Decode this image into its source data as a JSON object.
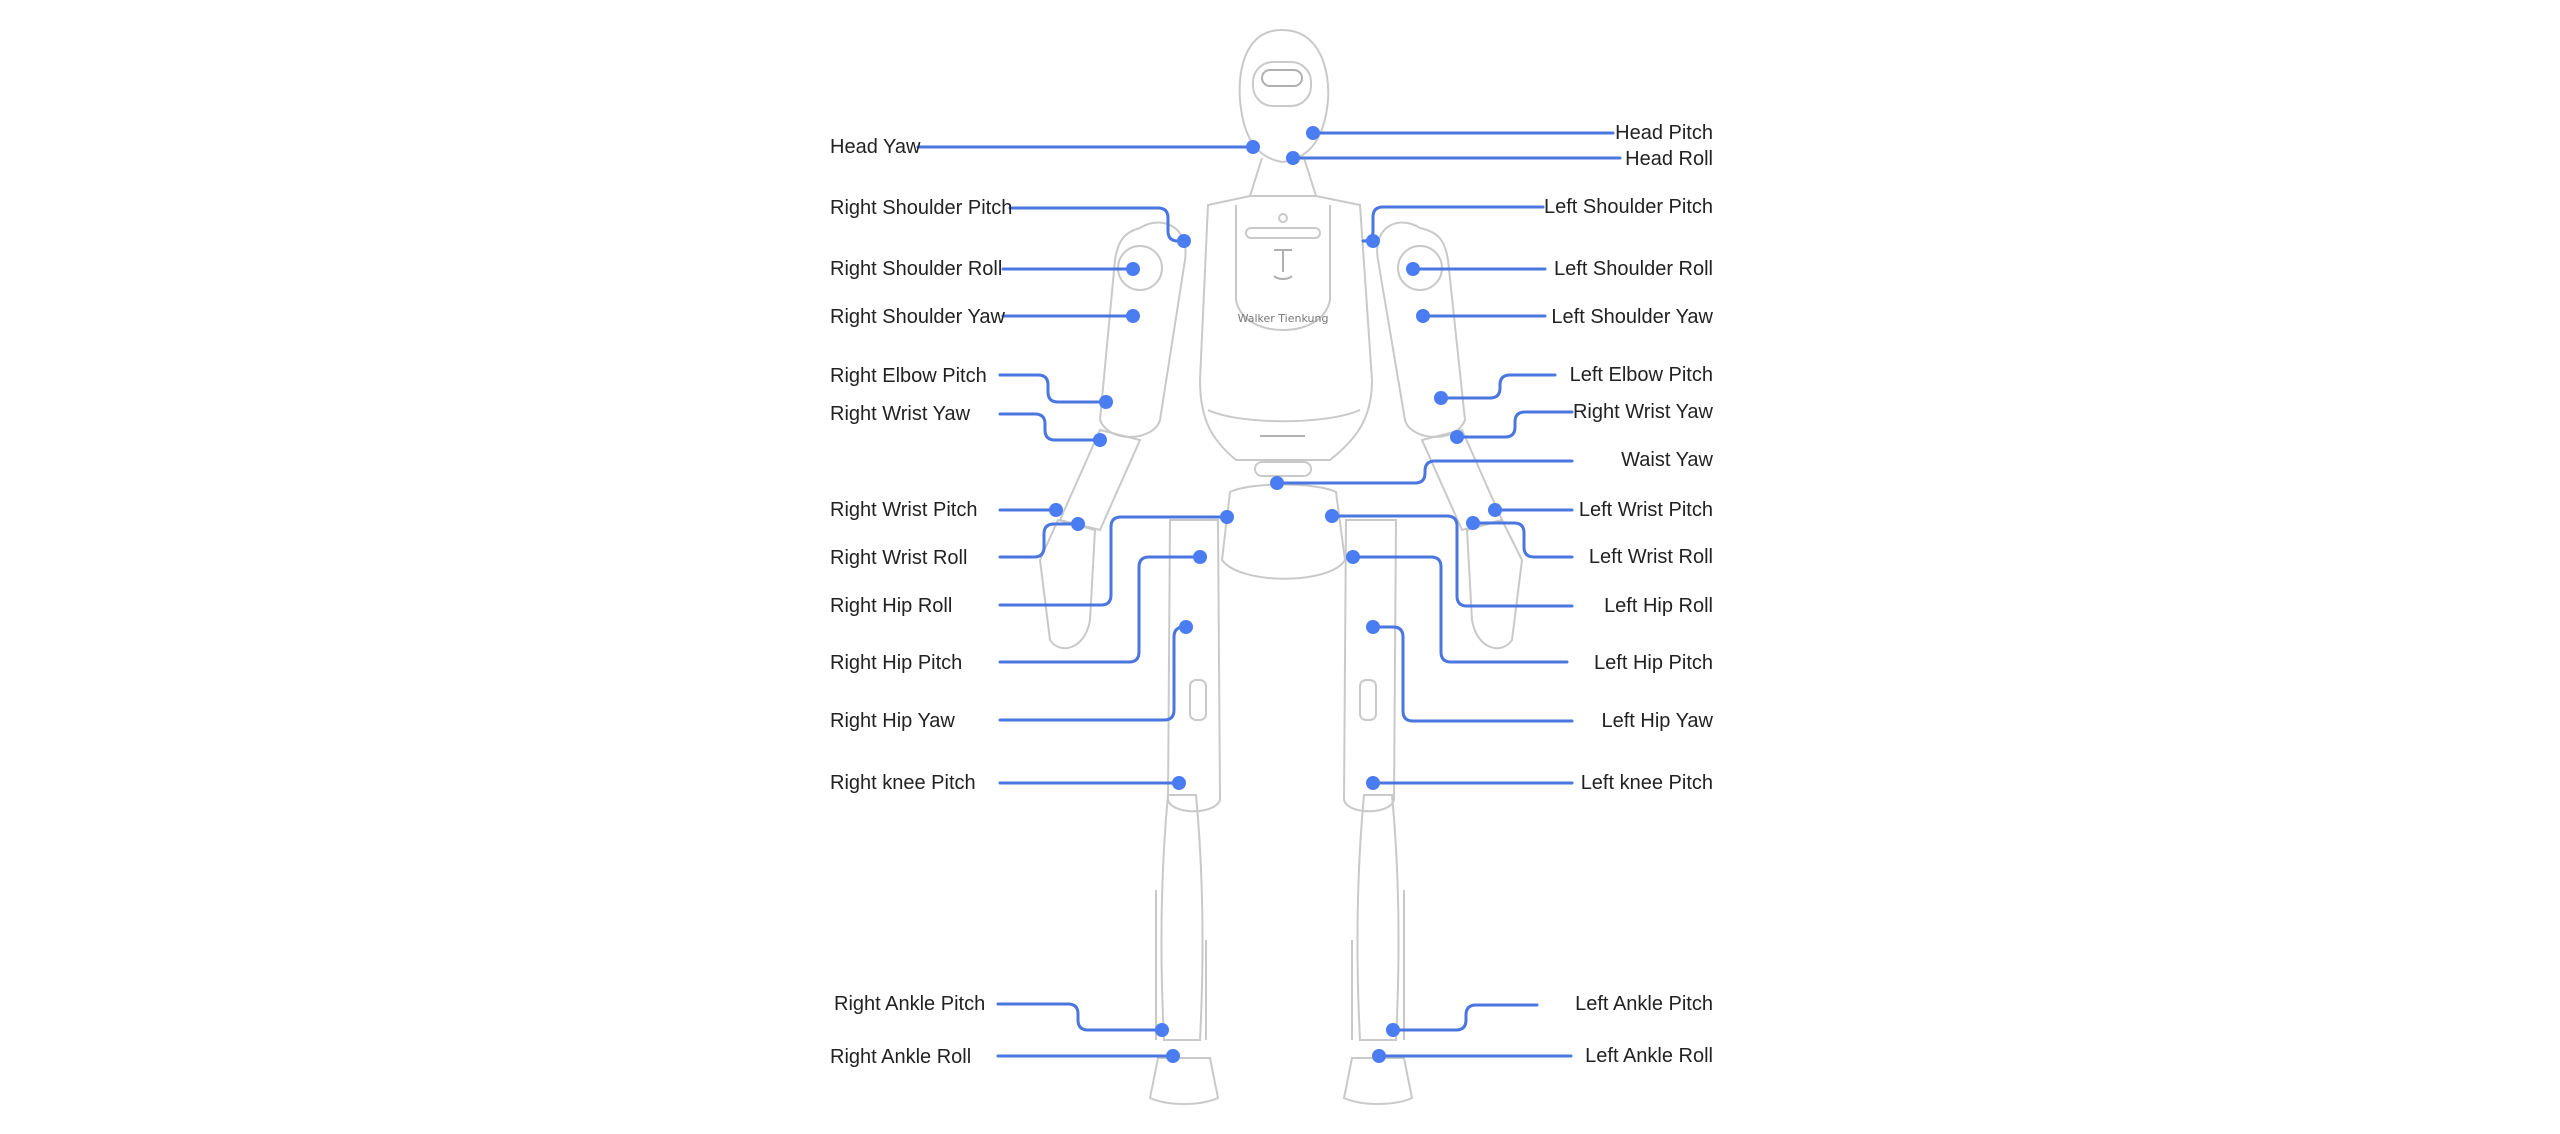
{
  "diagram": {
    "robot_name": "Walker Tienkung",
    "accent_color": "#4a76e0",
    "dot_color": "#4b7df2",
    "joints": [
      {
        "id": "head-yaw",
        "label": "Head Yaw",
        "side": "left"
      },
      {
        "id": "head-pitch",
        "label": "Head Pitch",
        "side": "right"
      },
      {
        "id": "head-roll",
        "label": "Head Roll",
        "side": "right"
      },
      {
        "id": "right-shoulder-pitch",
        "label": "Right Shoulder Pitch",
        "side": "left"
      },
      {
        "id": "left-shoulder-pitch",
        "label": "Left Shoulder Pitch",
        "side": "right"
      },
      {
        "id": "right-shoulder-roll",
        "label": "Right Shoulder Roll",
        "side": "left"
      },
      {
        "id": "left-shoulder-roll",
        "label": "Left Shoulder Roll",
        "side": "right"
      },
      {
        "id": "right-shoulder-yaw",
        "label": "Right Shoulder Yaw",
        "side": "left"
      },
      {
        "id": "left-shoulder-yaw",
        "label": "Left Shoulder Yaw",
        "side": "right"
      },
      {
        "id": "right-elbow-pitch",
        "label": "Right Elbow Pitch",
        "side": "left"
      },
      {
        "id": "left-elbow-pitch",
        "label": "Left Elbow Pitch",
        "side": "right"
      },
      {
        "id": "right-wrist-yaw",
        "label": "Right Wrist Yaw",
        "side": "left"
      },
      {
        "id": "left-wrist-yaw",
        "label": "Right Wrist Yaw",
        "side": "right"
      },
      {
        "id": "waist-yaw",
        "label": "Waist Yaw",
        "side": "right"
      },
      {
        "id": "right-wrist-pitch",
        "label": "Right Wrist Pitch",
        "side": "left"
      },
      {
        "id": "left-wrist-pitch",
        "label": "Left Wrist Pitch",
        "side": "right"
      },
      {
        "id": "right-wrist-roll",
        "label": "Right Wrist Roll",
        "side": "left"
      },
      {
        "id": "left-wrist-roll",
        "label": "Left Wrist Roll",
        "side": "right"
      },
      {
        "id": "right-hip-roll",
        "label": "Right Hip Roll",
        "side": "left"
      },
      {
        "id": "left-hip-roll",
        "label": "Left Hip Roll",
        "side": "right"
      },
      {
        "id": "right-hip-pitch",
        "label": "Right Hip Pitch",
        "side": "left"
      },
      {
        "id": "left-hip-pitch",
        "label": "Left Hip Pitch",
        "side": "right"
      },
      {
        "id": "right-hip-yaw",
        "label": "Right Hip Yaw",
        "side": "left"
      },
      {
        "id": "left-hip-yaw",
        "label": "Left Hip Yaw",
        "side": "right"
      },
      {
        "id": "right-knee-pitch",
        "label": "Right knee Pitch",
        "side": "left"
      },
      {
        "id": "left-knee-pitch",
        "label": "Left knee Pitch",
        "side": "right"
      },
      {
        "id": "right-ankle-pitch",
        "label": "Right Ankle Pitch",
        "side": "left"
      },
      {
        "id": "left-ankle-pitch",
        "label": "Left Ankle Pitch",
        "side": "right"
      },
      {
        "id": "right-ankle-roll",
        "label": "Right Ankle Roll",
        "side": "left"
      },
      {
        "id": "left-ankle-roll",
        "label": "Left Ankle Roll",
        "side": "right"
      }
    ]
  }
}
